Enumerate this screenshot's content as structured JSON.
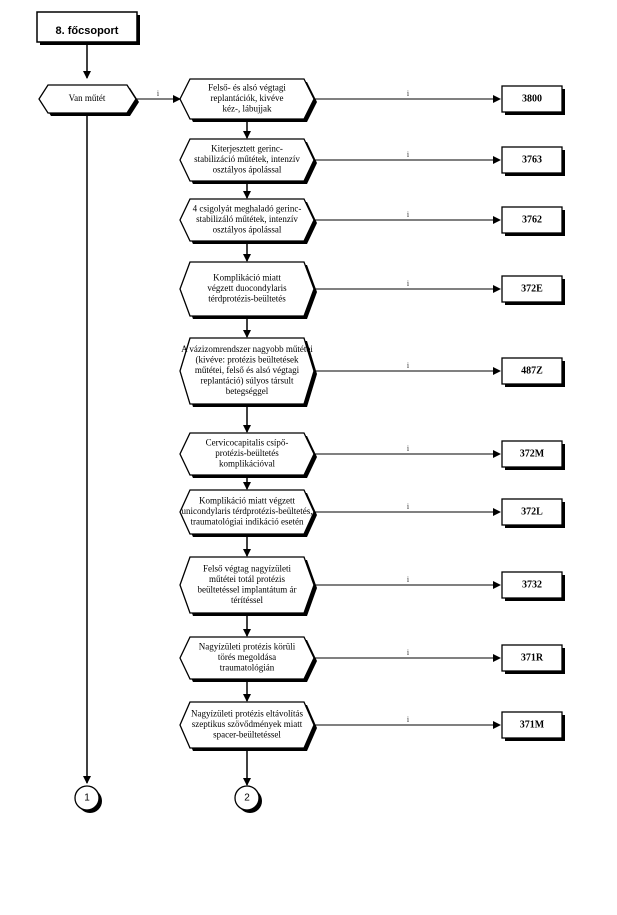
{
  "title": "8. főcsoport",
  "start_decision": {
    "label": "Van műtét",
    "edge_label": "i"
  },
  "steps": [
    {
      "lines": [
        "Felső-  és alsó végtagi",
        "replantációk, kivéve",
        "kéz-, lábujjak"
      ],
      "code": "3800",
      "edge_label": "i"
    },
    {
      "lines": [
        "Kiterjesztett gerinc-",
        "stabilizáció műtétek, intenzív",
        "osztályos ápolással"
      ],
      "code": "3763",
      "edge_label": "i"
    },
    {
      "lines": [
        "4 csigolyát meghaladó gerinc-",
        "stabilizáló műtétek, intenzív",
        "osztályos ápolással"
      ],
      "code": "3762",
      "edge_label": "i"
    },
    {
      "lines": [
        "Komplikáció miatt",
        "végzett duocondylaris",
        "térdprotézis-beültetés"
      ],
      "code": "372E",
      "edge_label": "i"
    },
    {
      "lines": [
        "A vázizomrendszer nagyobb műtétei",
        "(kivéve: protézis beültetések",
        "műtétei, felső és  alsó végtagi",
        "replantáció) súlyos társult",
        "betegséggel"
      ],
      "code": "487Z",
      "edge_label": "i"
    },
    {
      "lines": [
        "Cervicocapitalis  csípő-",
        "protézis-beültetés",
        "komplikációval"
      ],
      "code": "372M",
      "edge_label": "i"
    },
    {
      "lines": [
        "Komplikáció miatt végzett",
        "unicondylaris térdprotézis-beültetés,",
        "traumatológiai indikáció esetén"
      ],
      "code": "372L",
      "edge_label": "i"
    },
    {
      "lines": [
        "Felső végtag nagyízületi",
        "műtétei totál protézis",
        "beültetéssel implantátum ár",
        "térítéssel"
      ],
      "code": "3732",
      "edge_label": "i"
    },
    {
      "lines": [
        "Nagyízületi protézis körüli",
        "törés megoldása",
        "traumatológián"
      ],
      "code": "371R",
      "edge_label": "i"
    },
    {
      "lines": [
        "Nagyízületi protézis eltávolítás",
        "szeptikus szövődmények miatt",
        "spacer-beültetéssel"
      ],
      "code": "371M",
      "edge_label": "i"
    }
  ],
  "connectors": {
    "left": "1",
    "right": "2"
  }
}
